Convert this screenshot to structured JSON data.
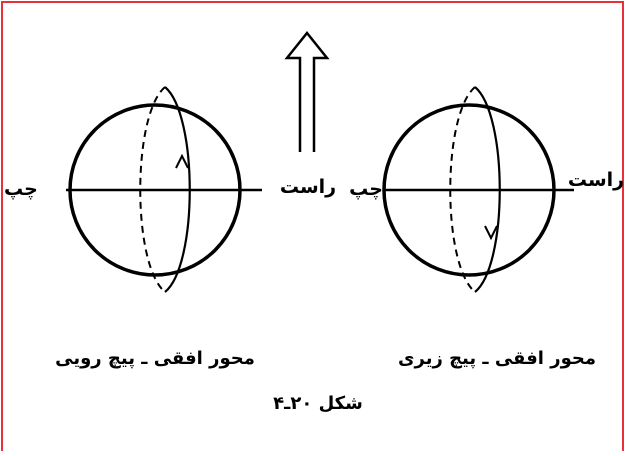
{
  "figure": {
    "left_sphere": {
      "left_label": "چپ",
      "right_label": "راست",
      "caption": "محور افقی ـ پیچ رویی"
    },
    "right_sphere": {
      "left_label": "چپ",
      "right_label": "راست",
      "caption": "محور افقی ـ پیچ زیری"
    },
    "figure_caption": "شکل ۲۰ـ۴",
    "colors": {
      "border": "#e8303a",
      "ink": "#000000"
    }
  }
}
